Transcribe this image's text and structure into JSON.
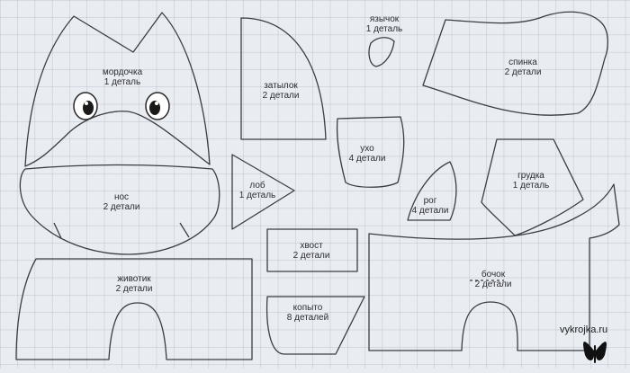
{
  "pieces": {
    "face": {
      "name": "мордочка",
      "count": "1 деталь"
    },
    "nape": {
      "name": "затылок",
      "count": "2 детали"
    },
    "tongue": {
      "name": "язычок",
      "count": "1 деталь"
    },
    "back": {
      "name": "спинка",
      "count": "2 детали"
    },
    "ear": {
      "name": "ухо",
      "count": "4 детали"
    },
    "chest": {
      "name": "грудка",
      "count": "1 деталь"
    },
    "nose": {
      "name": "нос",
      "count": "2 детали"
    },
    "forehead": {
      "name": "лоб",
      "count": "1 деталь"
    },
    "horn": {
      "name": "рог",
      "count": "4 детали"
    },
    "tail": {
      "name": "хвост",
      "count": "2 детали"
    },
    "belly": {
      "name": "животик",
      "count": "2 детали"
    },
    "side": {
      "name": "бочок",
      "count": "2 детали"
    },
    "hoof": {
      "name": "копыто",
      "count": "8 деталей"
    }
  },
  "watermark": "vykrojka.ru",
  "colors": {
    "paper": "#e9ecf1",
    "grid": "#aeb6c6",
    "outline": "#3b3d44"
  }
}
